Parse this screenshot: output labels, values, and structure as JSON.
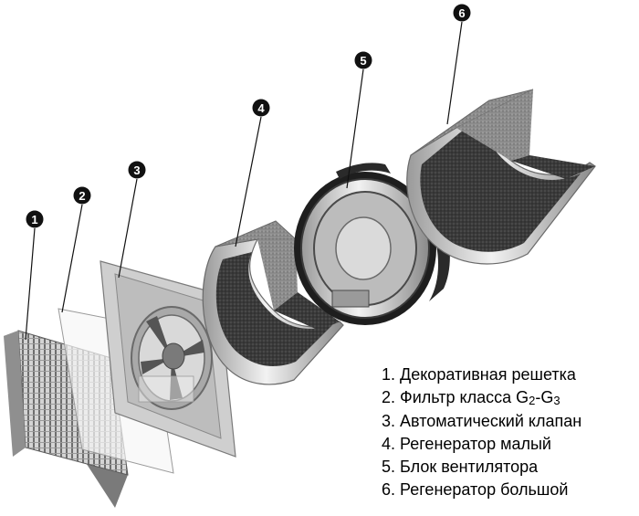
{
  "markers": [
    "1",
    "2",
    "3",
    "4",
    "5",
    "6"
  ],
  "legend": [
    {
      "number": "1.",
      "text": "Декоративная решетка"
    },
    {
      "number": "2.",
      "text": "Фильтр класса G",
      "sub1": "2",
      "mid": "-G",
      "sub2": "3"
    },
    {
      "number": "3.",
      "text": "Автоматический клапан"
    },
    {
      "number": "4.",
      "text": "Регенератор малый"
    },
    {
      "number": "5.",
      "text": "Блок вентилятора"
    },
    {
      "number": "6.",
      "text": "Регенератор большой"
    }
  ],
  "colors": {
    "marker": "#111111",
    "foam": "#3a3a3a",
    "metal": "#d8d8d8",
    "text": "#000000"
  }
}
